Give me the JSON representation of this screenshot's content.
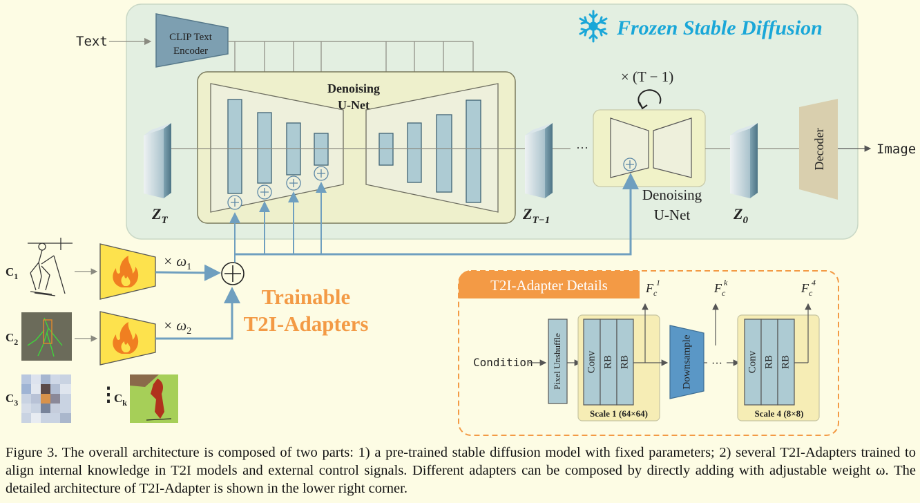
{
  "frozen": {
    "title": "Frozen Stable Diffusion",
    "clip_line1": "CLIP Text",
    "clip_line2": "Encoder",
    "text_input": "Text",
    "unet_main_line1": "Denoising",
    "unet_main_line2": "U-Net",
    "repeat": "× (T − 1)",
    "unet_small_line1": "Denoising",
    "unet_small_line2": "U-Net",
    "decoder": "Decoder",
    "output": "Image",
    "ellipsis": "···",
    "zt": "Z",
    "zt_sub": "T",
    "zt1": "Z",
    "zt1_sub": "T−1",
    "z0": "Z",
    "z0_sub": "0"
  },
  "adapters": {
    "title_line1": "Trainable",
    "title_line2": "T2I-Adapters",
    "w1": "× ω",
    "w1_sub": "1",
    "w2": "× ω",
    "w2_sub": "2",
    "c1": "C",
    "c1_sub": "1",
    "c2": "C",
    "c2_sub": "2",
    "c3": "C",
    "c3_sub": "3",
    "ck": "C",
    "ck_sub": "k",
    "vdots": "⋮"
  },
  "details": {
    "title": "T2I-Adapter Details",
    "condition": "Condition",
    "pixel_unshuffle": "Pixel Unshuffle",
    "conv": "Conv",
    "rb": "RB",
    "downsample": "Downsample",
    "scale1": "Scale 1 (64×64)",
    "scale4": "Scale 4 (8×8)",
    "f": "F",
    "f_sub": "c",
    "f1_sup": "1",
    "fk_sup": "k",
    "f4_sup": "4",
    "dots": "···"
  },
  "colors": {
    "frozen_bg": "#e3efe1",
    "adapter_orange": "#f39a45",
    "flame_yellow": "#fde24d",
    "block_blue": "#adcbd3",
    "arrow_blue": "#6f9fbf",
    "title_cyan": "#1aa7d8"
  },
  "caption": "Figure 3. The overall architecture is composed of two parts: 1) a pre-trained stable diffusion model with fixed parameters; 2) several T2I-Adapters trained to align internal knowledge in T2I models and external control signals. Different adapters can be composed by directly adding with adjustable weight ω. The detailed architecture of T2I-Adapter is shown in the lower right corner."
}
